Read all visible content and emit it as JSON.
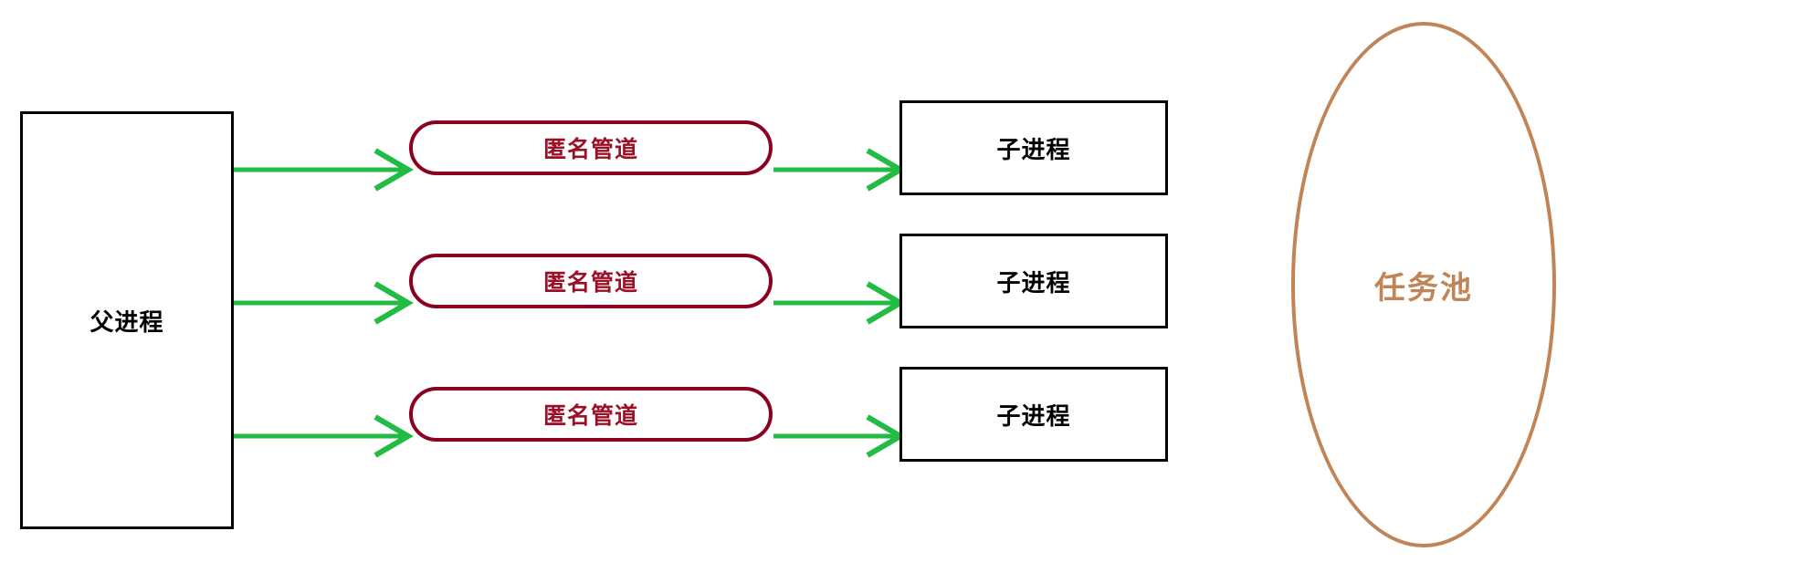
{
  "diagram": {
    "title": "Parent process to child processes via anonymous pipes, with task pool",
    "colors": {
      "process_border": "#000000",
      "pipe_border": "#8b0020",
      "pipe_text": "#9b1026",
      "arrow": "#22bb44",
      "pool_border": "#c08457",
      "pool_text": "#c08457",
      "background": "#ffffff"
    },
    "parent": {
      "label": "父进程"
    },
    "pipes": [
      {
        "label": "匿名管道"
      },
      {
        "label": "匿名管道"
      },
      {
        "label": "匿名管道"
      }
    ],
    "children": [
      {
        "label": "子进程"
      },
      {
        "label": "子进程"
      },
      {
        "label": "子进程"
      }
    ],
    "task_pool": {
      "label": "任务池"
    },
    "arrows": [
      {
        "from": "父进程",
        "to": "匿名管道",
        "row": 1
      },
      {
        "from": "匿名管道",
        "to": "子进程",
        "row": 1
      },
      {
        "from": "父进程",
        "to": "匿名管道",
        "row": 2
      },
      {
        "from": "匿名管道",
        "to": "子进程",
        "row": 2
      },
      {
        "from": "父进程",
        "to": "匿名管道",
        "row": 3
      },
      {
        "from": "匿名管道",
        "to": "子进程",
        "row": 3
      }
    ]
  }
}
